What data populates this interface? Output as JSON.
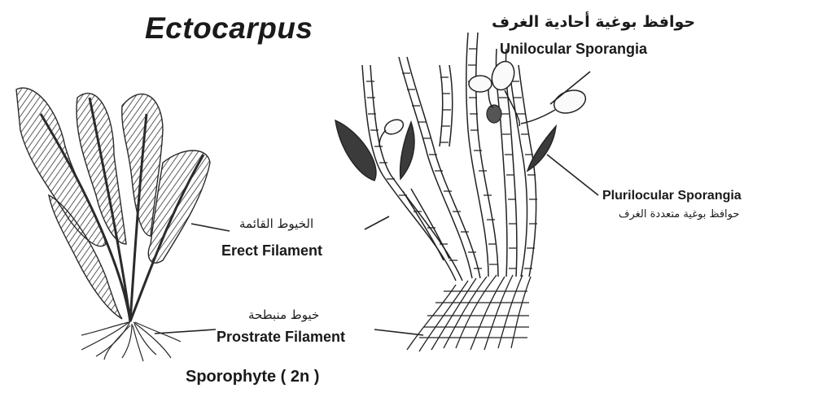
{
  "title": "Ectocarpus",
  "labels": {
    "unilocular_ar": "حوافظ بوغية أحادية الغرف",
    "unilocular_en": "Unilocular Sporangia",
    "plurilocular_en": "Plurilocular Sporangia",
    "plurilocular_ar": "حوافظ بوغية متعددة الغرف",
    "erect_ar": "الخيوط القائمة",
    "erect_en": "Erect Filament",
    "prostrate_ar": "خيوط منبطحة",
    "prostrate_en": "Prostrate Filament",
    "sporophyte": "Sporophyte ( 2n )"
  },
  "colors": {
    "ink": "#1a1a1a",
    "background": "#ffffff"
  }
}
